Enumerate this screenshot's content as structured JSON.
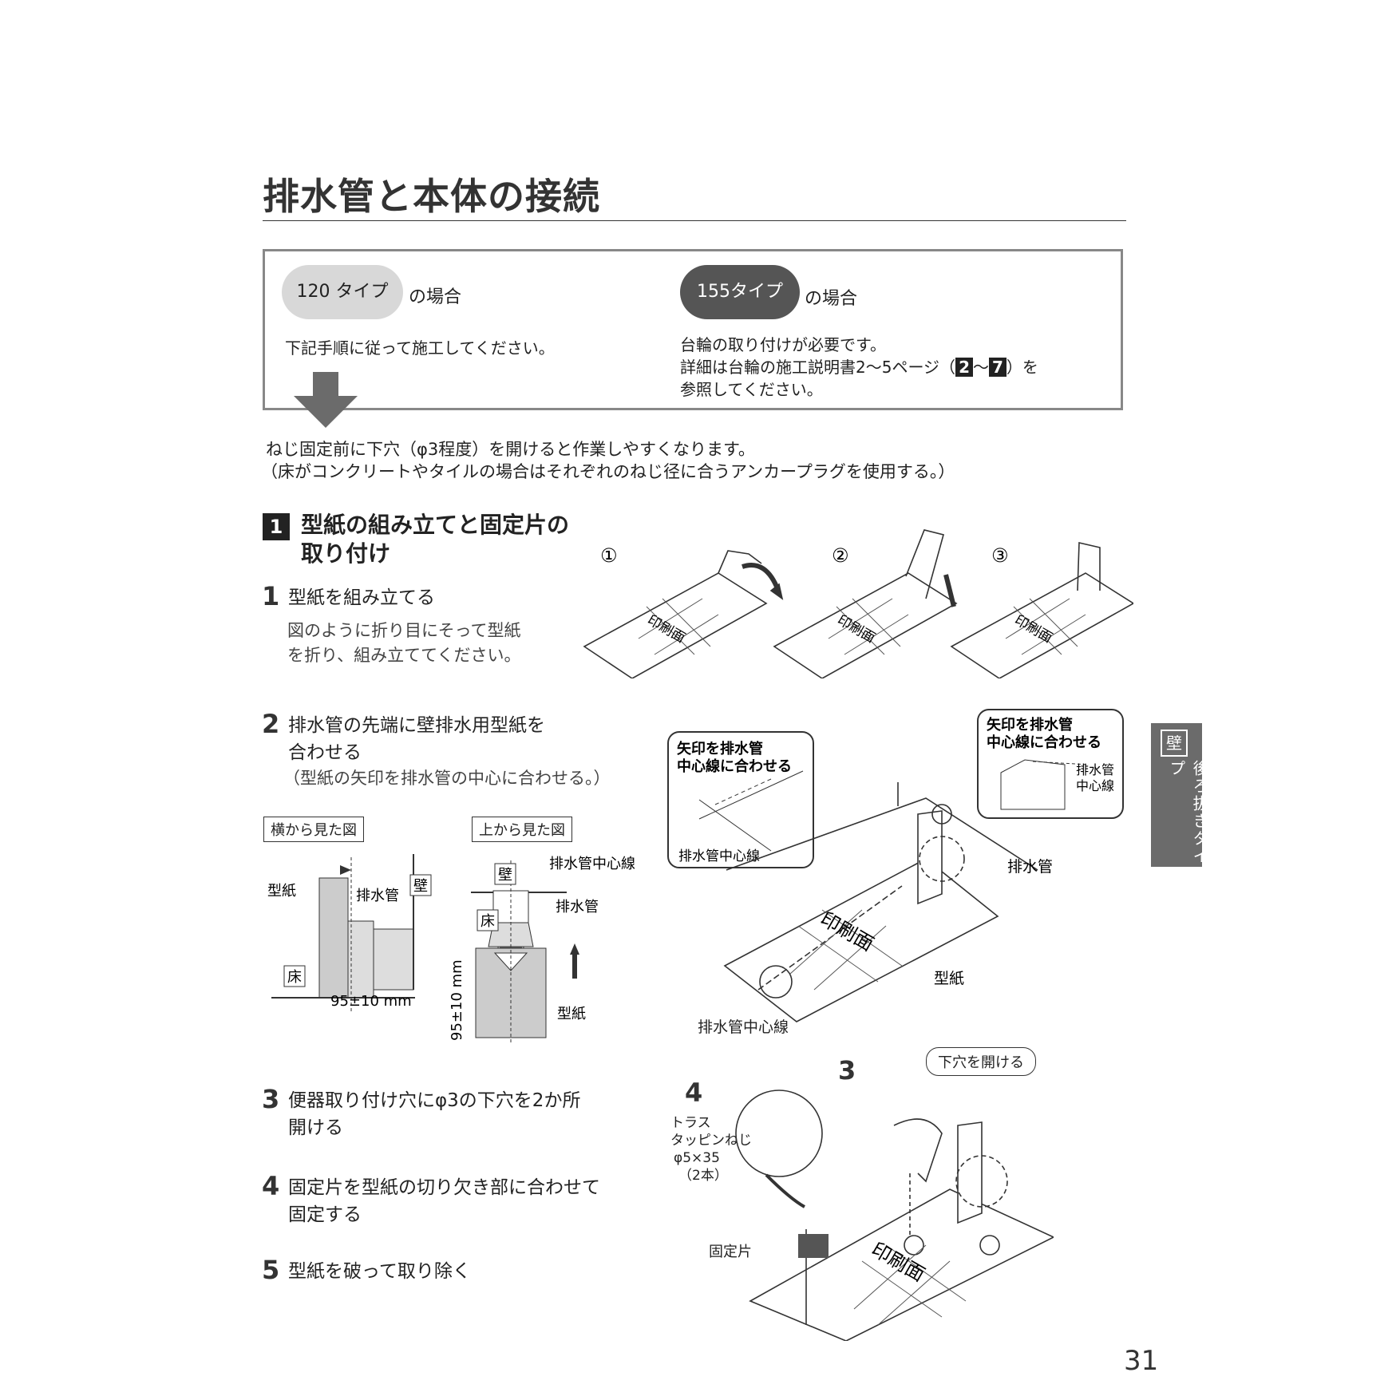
{
  "page_title": "排水管と本体の接続",
  "case_120": {
    "badge": "120 タイプ",
    "suffix": "の場合",
    "text": "下記手順に従って施工してください。"
  },
  "case_155": {
    "badge": "155タイプ",
    "suffix": "の場合",
    "line1": "台輪の取り付けが必要です。",
    "line2_pre": "詳細は台輪の施工説明書2～5ページ（",
    "ref_start": "2",
    "tilde": "～",
    "ref_end": "7",
    "line2_post": "）を",
    "line3": "参照してください。"
  },
  "note": {
    "line1": "ねじ固定前に下穴（φ3程度）を開けると作業しやすくなります。",
    "line2": "（床がコンクリートやタイルの場合はそれぞれのねじ径に合うアンカープラグを使用する。）"
  },
  "section1": {
    "number": "1",
    "title_line1": "型紙の組み立てと固定片の",
    "title_line2": "取り付け"
  },
  "steps": [
    {
      "num": "1",
      "text": "型紙を組み立てる",
      "sub1": "図のように折り目にそって型紙",
      "sub2": "を折り、組み立ててください。"
    },
    {
      "num": "2",
      "text_line1": "排水管の先端に壁排水用型紙を",
      "text_line2": "合わせる",
      "sub": "（型紙の矢印を排水管の中心に合わせる。）"
    },
    {
      "num": "3",
      "text_line1": "便器取り付け穴にφ3の下穴を2か所",
      "text_line2": "開ける"
    },
    {
      "num": "4",
      "text_line1": "固定片を型紙の切り欠き部に合わせて",
      "text_line2": "固定する"
    },
    {
      "num": "5",
      "text": "型紙を破って取り除く"
    }
  ],
  "fold_figures": {
    "labels": [
      "①",
      "②",
      "③"
    ],
    "print_side": "印刷面"
  },
  "side_view": {
    "heading": "横から見た図",
    "katagami": "型紙",
    "haisuikan": "排水管",
    "kabe": "壁",
    "yuka": "床",
    "dimension": "95±10 mm"
  },
  "top_view": {
    "heading": "上から見た図",
    "kabe": "壁",
    "center_line": "排水管中心線",
    "haisuikan": "排水管",
    "yuka": "床",
    "katagami": "型紙",
    "dimension": "95±10 mm"
  },
  "callout_left": {
    "line1": "矢印を排水管",
    "line2": "中心線に合わせる",
    "label": "排水管中心線"
  },
  "callout_right": {
    "line1": "矢印を排水管",
    "line2": "中心線に合わせる",
    "label1": "排水管",
    "label2": "中心線"
  },
  "iso_figure": {
    "haisuikan": "排水管",
    "print_side": "印刷面",
    "katagami": "型紙",
    "center_line": "排水管中心線"
  },
  "drill_figure": {
    "step3": "3",
    "step4": "4",
    "bubble": "下穴を開ける",
    "screw_l1": "トラス",
    "screw_l2": "タッピンねじ",
    "screw_l3": "φ5×35",
    "screw_l4": "（2本）",
    "fixing_piece": "固定片",
    "print_side": "印刷面"
  },
  "side_tab": {
    "key": "壁",
    "label": "後ろ抜きタイプ"
  },
  "page_number": "31"
}
